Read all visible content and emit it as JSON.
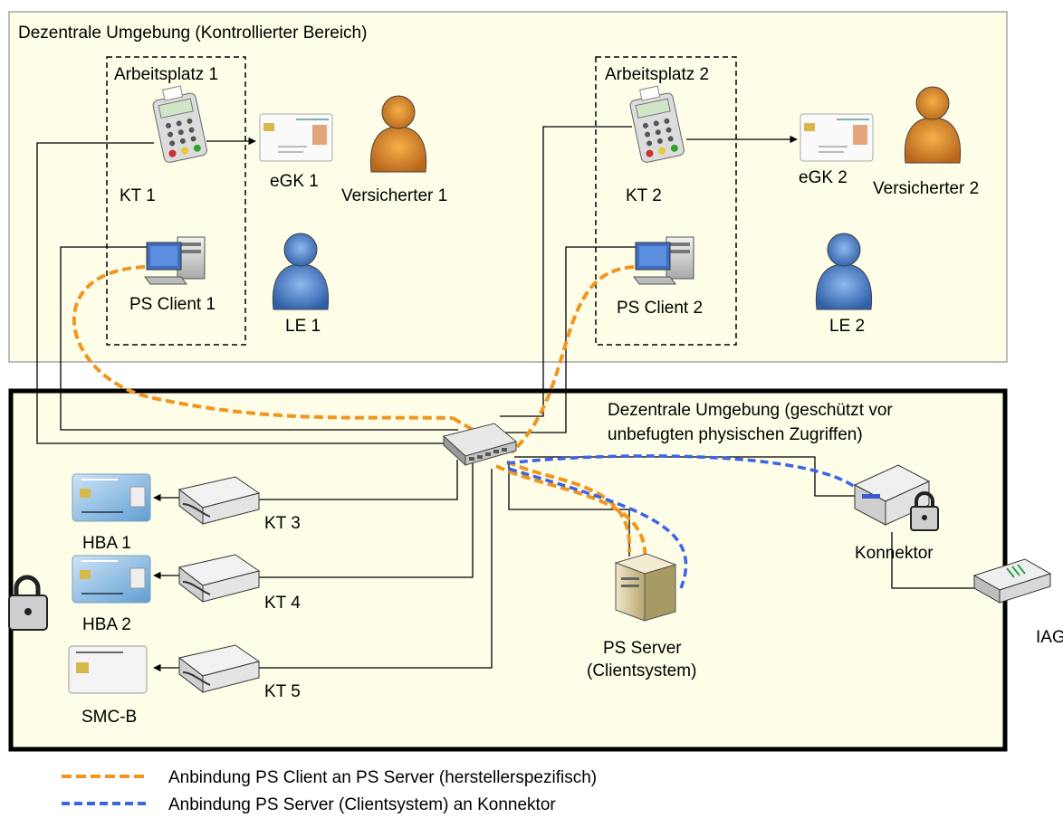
{
  "zones": {
    "controlled": "Dezentrale Umgebung (Kontrollierter Bereich)",
    "protected_line1": "Dezentrale Umgebung (geschützt vor",
    "protected_line2": "unbefugten physischen Zugriffen)"
  },
  "workstations": {
    "ws1": "Arbeitsplatz 1",
    "ws2": "Arbeitsplatz 2"
  },
  "labels": {
    "kt1": "KT 1",
    "egk1": "eGK 1",
    "versicherter1": "Versicherter 1",
    "kt2": "KT 2",
    "egk2": "eGK 2",
    "versicherter2": "Versicherter 2",
    "psclient1": "PS Client 1",
    "le1": "LE 1",
    "psclient2": "PS Client 2",
    "le2": "LE 2",
    "kt3": "KT 3",
    "kt4": "KT 4",
    "kt5": "KT 5",
    "hba1": "HBA 1",
    "hba2": "HBA 2",
    "smcb": "SMC-B",
    "psserver_line1": "PS Server",
    "psserver_line2": "(Clientsystem)",
    "konnektor": "Konnektor",
    "iag": "IAG"
  },
  "legend": {
    "orange": "Anbindung PS Client an PS Server (herstellerspezifisch)",
    "blue": "Anbindung PS Server (Clientsystem)  an Konnektor"
  },
  "colors": {
    "zone_fill": "#fdfde8",
    "orange_link": "#f0961e",
    "blue_link": "#3c64e6",
    "person_orange": "#e8932a",
    "person_blue": "#5a8ed6"
  }
}
